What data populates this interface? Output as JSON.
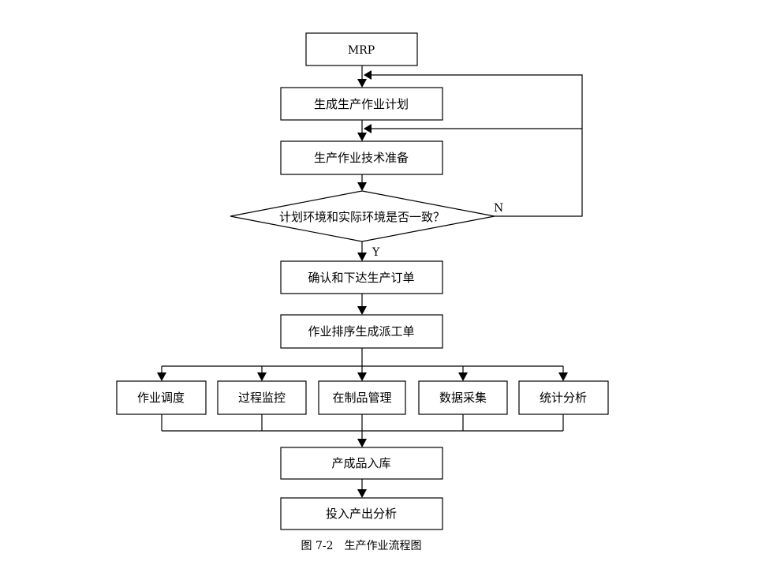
{
  "nodes": {
    "mrp": "MRP",
    "gen_plan": "生成生产作业计划",
    "tech_prep": "生产作业技术准备",
    "decision": "计划环境和实际环境是否一致？",
    "confirm_order": "确认和下达生产订单",
    "sort_dispatch": "作业排序生成派工单",
    "dispatch": "作业调度",
    "monitor": "过程监控",
    "wip": "在制品管理",
    "data_collect": "数据采集",
    "stats": "统计分析",
    "warehouse": "产成品入库",
    "io_analysis": "投入产出分析"
  },
  "edge_labels": {
    "no": "N",
    "yes": "Y"
  },
  "caption": "图 7-2　生产作业流程图",
  "colors": {
    "line": "#000000",
    "box_fill": "#ffffff",
    "background": "#ffffff"
  }
}
